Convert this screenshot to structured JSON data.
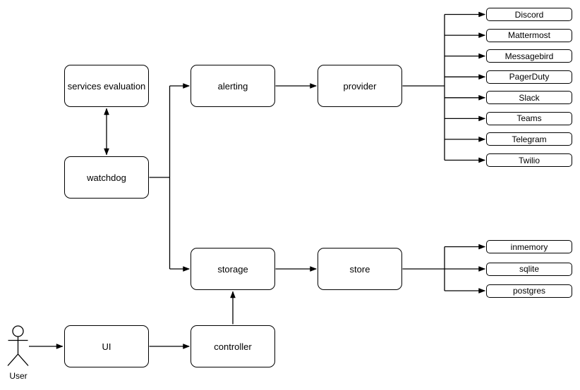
{
  "diagram": {
    "nodes": {
      "services_evaluation": "services evaluation",
      "watchdog": "watchdog",
      "alerting": "alerting",
      "provider": "provider",
      "storage": "storage",
      "store": "store",
      "ui": "UI",
      "controller": "controller"
    },
    "provider_targets": [
      "Discord",
      "Mattermost",
      "Messagebird",
      "PagerDuty",
      "Slack",
      "Teams",
      "Telegram",
      "Twilio"
    ],
    "store_targets": [
      "inmemory",
      "sqlite",
      "postgres"
    ],
    "actor_label": "User",
    "colors": {
      "line": "#000000",
      "shape_fill": "#ffffff",
      "text": "#000000",
      "background": "#ffffff"
    }
  }
}
